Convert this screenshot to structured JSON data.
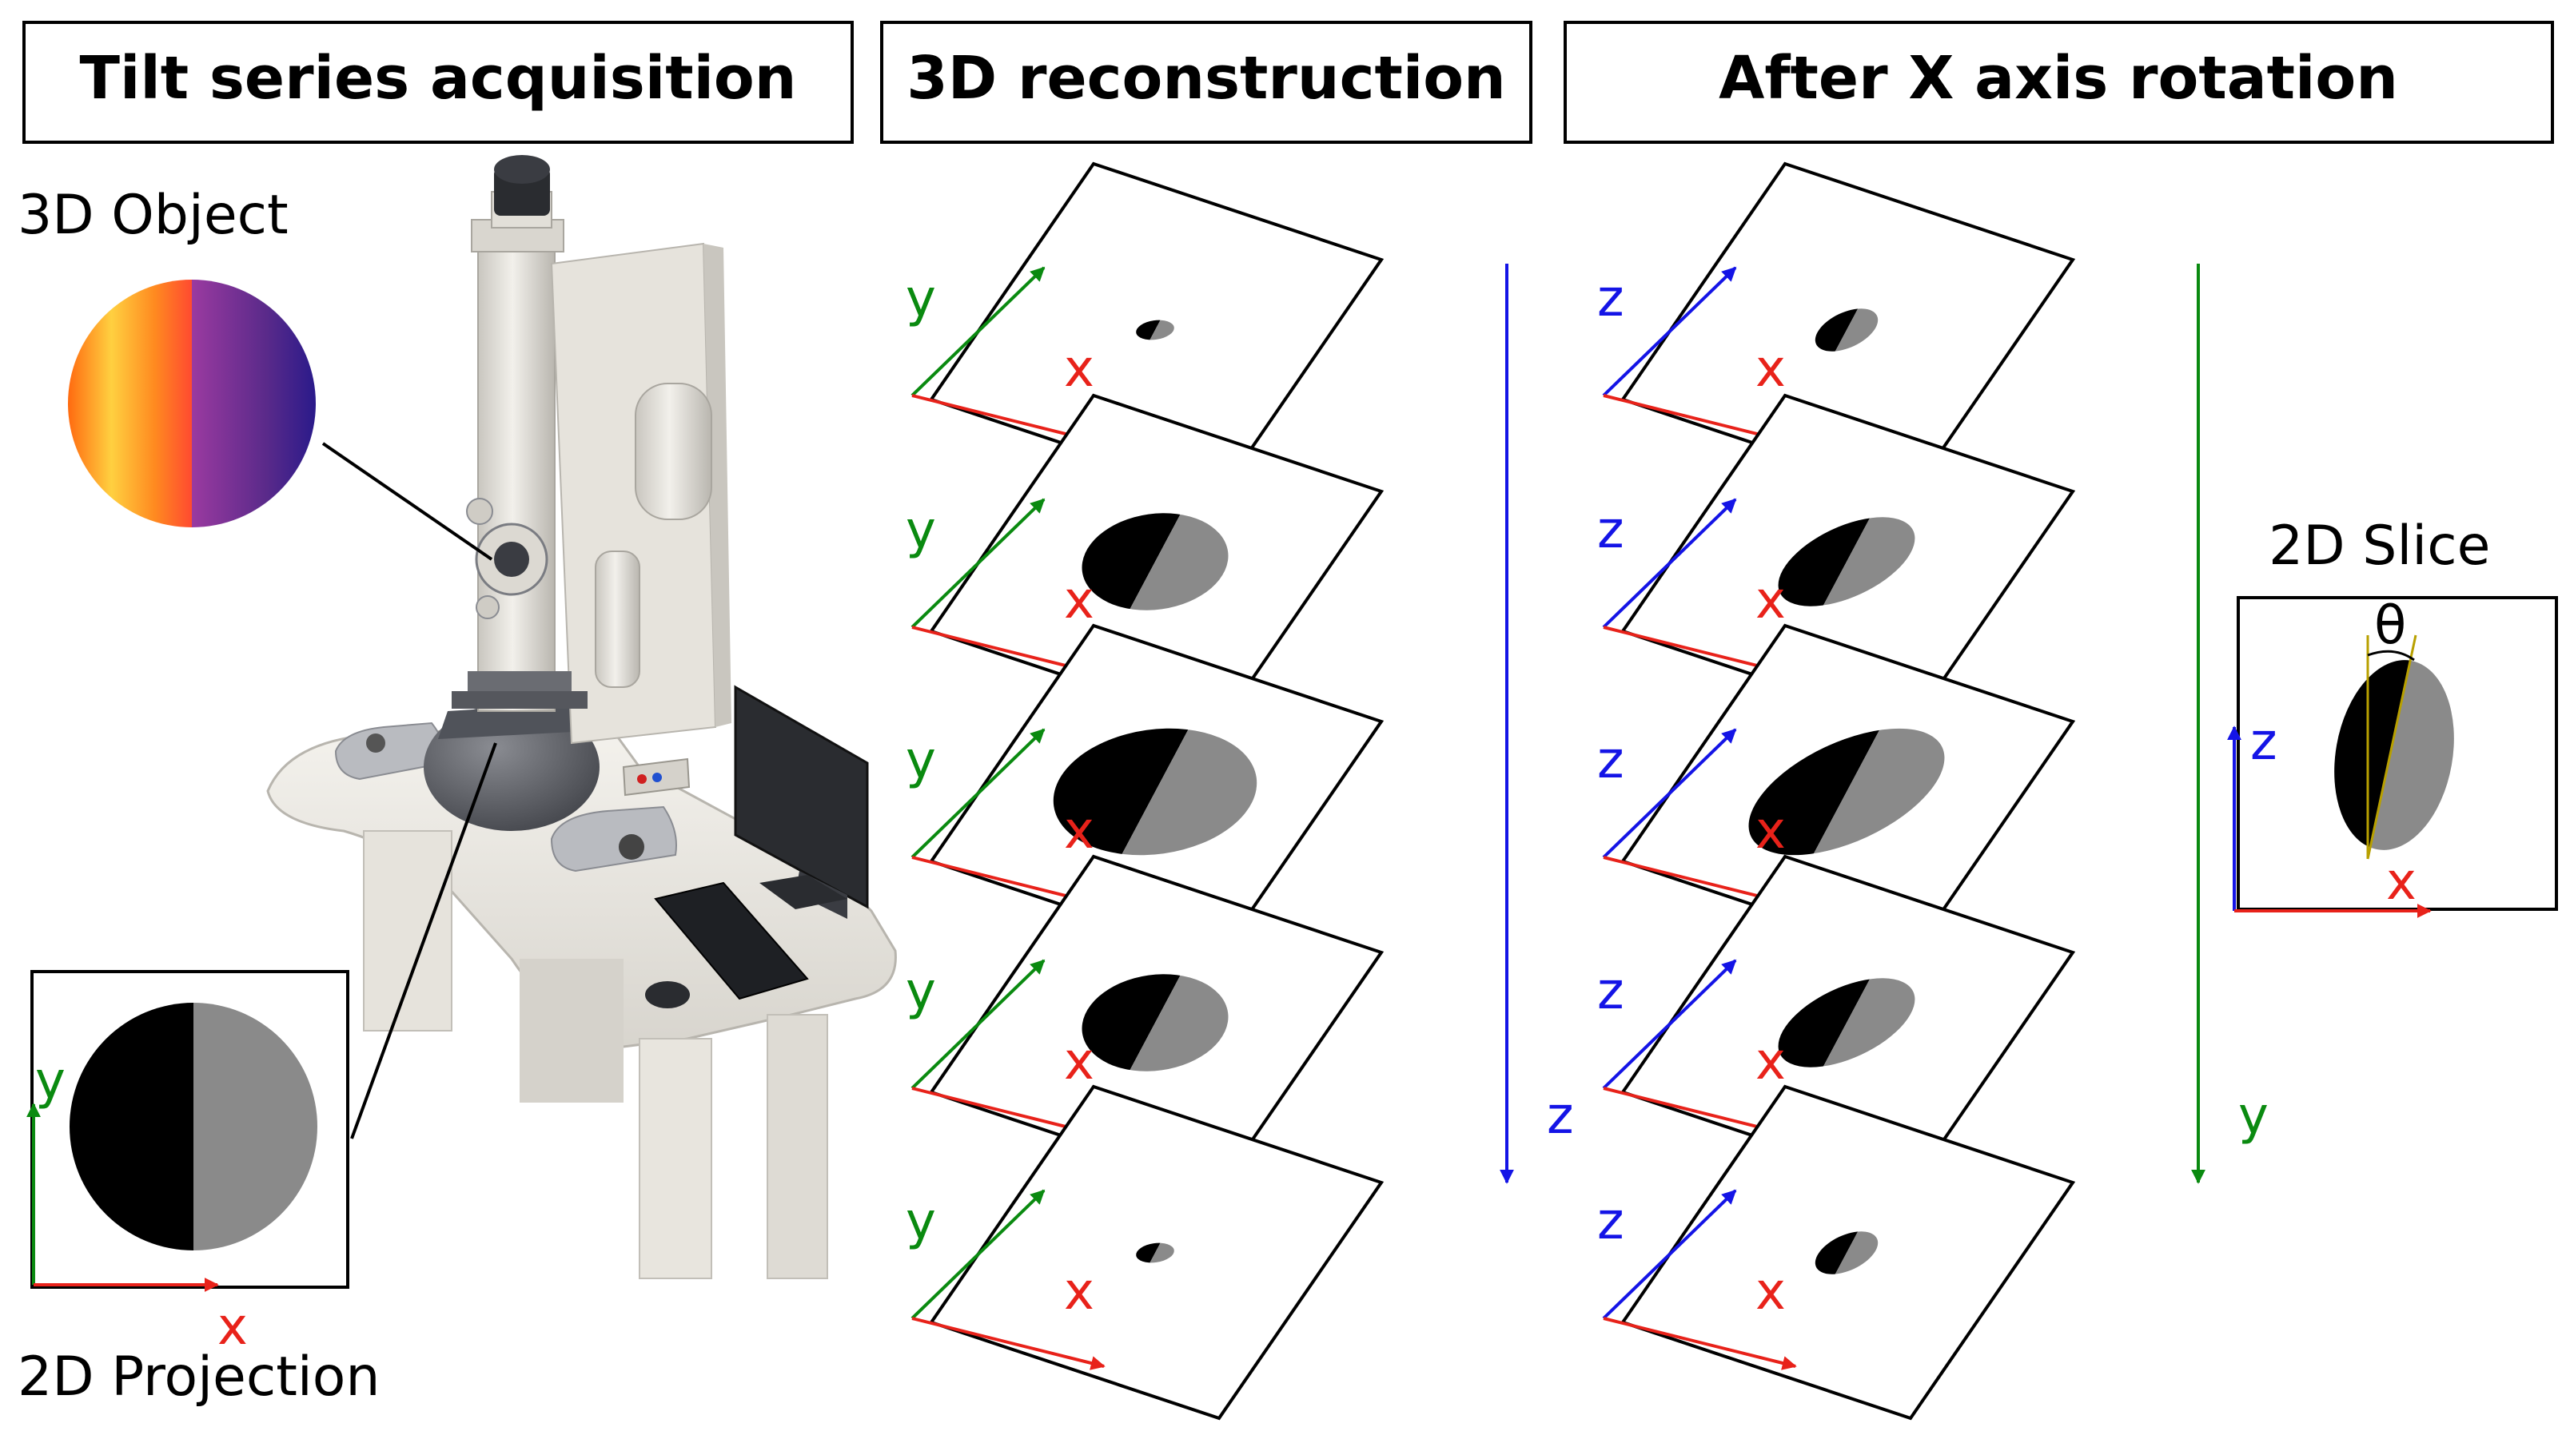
{
  "headers": {
    "tilt": "Tilt series acquisition",
    "recon": "3D reconstruction",
    "rotation": "After X axis rotation"
  },
  "labels": {
    "object": "3D Object",
    "projection": "2D Projection",
    "slice": "2D Slice",
    "theta": "θ"
  },
  "axes": {
    "x": "x",
    "y": "y",
    "z": "z"
  },
  "colors": {
    "x_axis": "#e8221a",
    "y_axis": "#0a8a10",
    "z_axis": "#1414e6",
    "black_half": "#000000",
    "gray_half": "#8a8a8a",
    "object_warm": "#ff7a1a",
    "object_cool": "#6a2a8a",
    "theta_line": "#b8a000"
  },
  "microscope_image": "transmission-electron-microscope"
}
